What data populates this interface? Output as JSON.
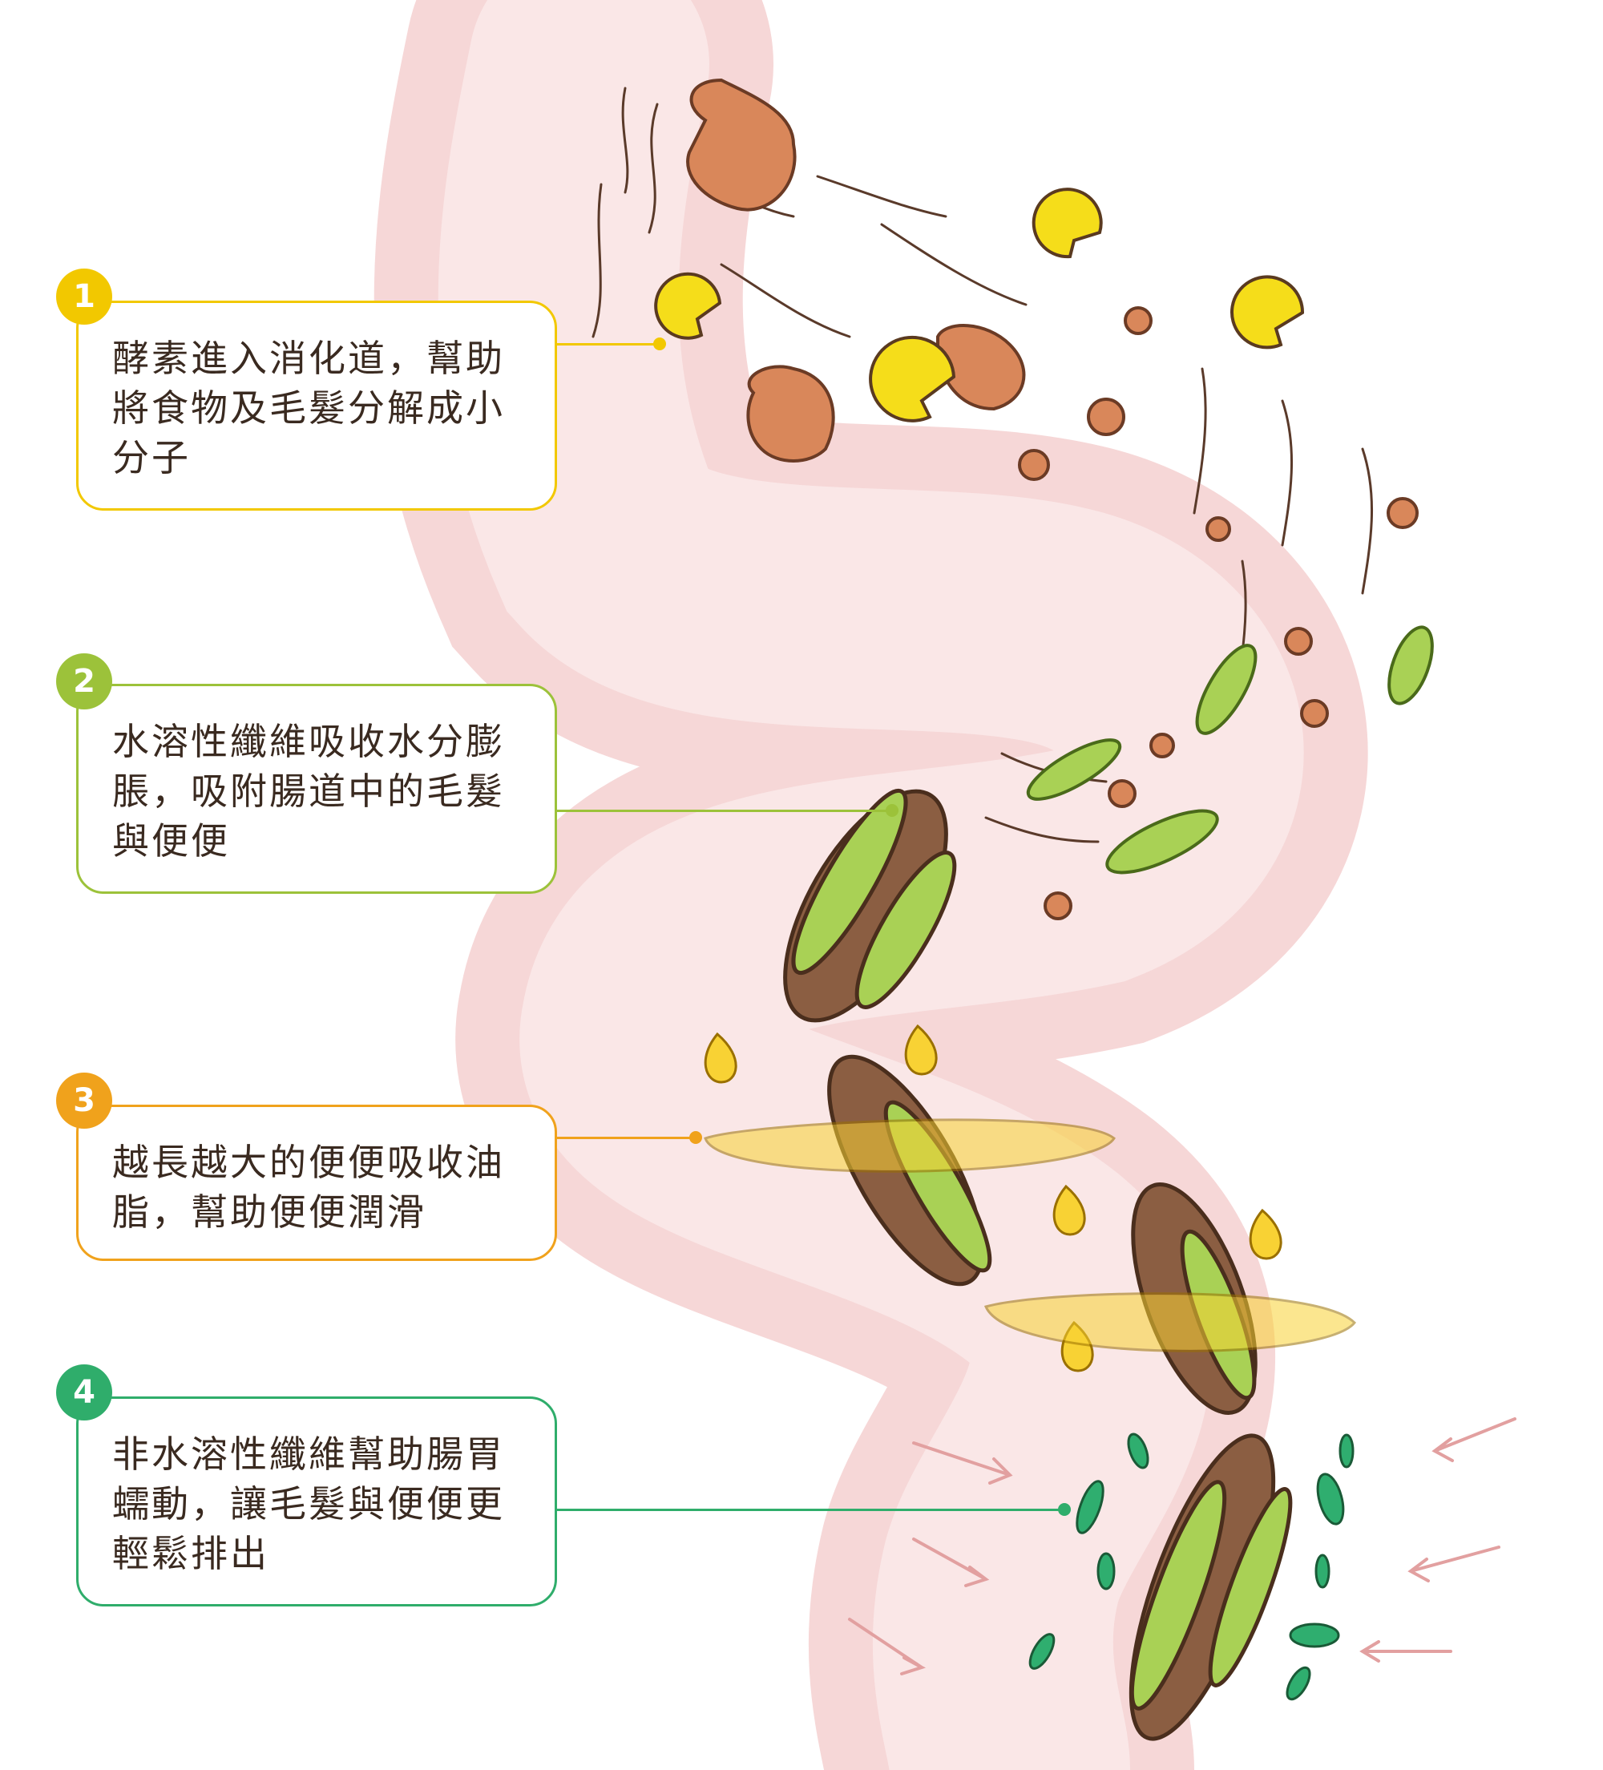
{
  "steps": [
    {
      "number": "1",
      "text": "酵素進入消化道，幫助將食物及毛髮分解成小分子",
      "color": "#f2c800"
    },
    {
      "number": "2",
      "text": "水溶性纖維吸收水分膨脹，吸附腸道中的毛髮與便便",
      "color": "#9cc23a"
    },
    {
      "number": "3",
      "text": "越長越大的便便吸收油脂，幫助便便潤滑",
      "color": "#f0a21c"
    },
    {
      "number": "4",
      "text": "非水溶性纖維幫助腸胃蠕動，讓毛髮與便便更輕鬆排出",
      "color": "#2fad6b"
    }
  ],
  "colors": {
    "intestine": "#f6d9d9",
    "intestine_inner": "#f9e6e6",
    "enzyme": "#f5dd1a",
    "food_particle": "#d9875a",
    "fiber_soluble": "#a9d155",
    "stool": "#8b5e42",
    "oil": "#f8d234",
    "fiber_insoluble": "#2fae6f",
    "arrow": "#e2a0a0"
  }
}
